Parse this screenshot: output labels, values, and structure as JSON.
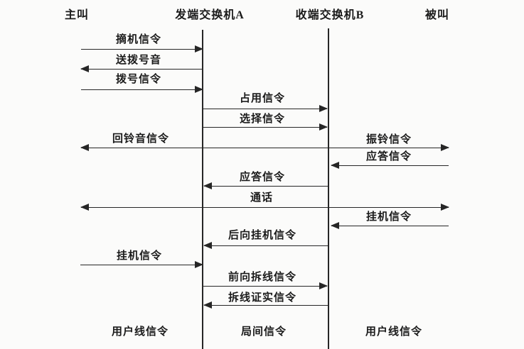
{
  "diagram": {
    "colors": {
      "line": "#262626",
      "text": "#1b1b1b",
      "background": "#fbfbfa"
    },
    "actors": [
      {
        "label": "主叫"
      },
      {
        "label": "发端交换机A"
      },
      {
        "label": "收端交换机B"
      },
      {
        "label": "被叫"
      }
    ],
    "messages": [
      {
        "label": "摘机信令",
        "heads": "right",
        "left_end": "主叫",
        "right_end": "发端交换机A"
      },
      {
        "label": "送拨号音",
        "heads": "left",
        "left_end": "主叫",
        "right_end": "发端交换机A"
      },
      {
        "label": "拨号信令",
        "heads": "right",
        "left_end": "主叫",
        "right_end": "发端交换机A"
      },
      {
        "label": "占用信令",
        "heads": "right",
        "left_end": "发端交换机A",
        "right_end": "收端交换机B"
      },
      {
        "label": "选择信令",
        "heads": "right",
        "left_end": "发端交换机A",
        "right_end": "收端交换机B"
      },
      {
        "label_left": "回铃音信令",
        "label_right": "振铃信令",
        "heads": "both",
        "left_end": "主叫",
        "right_end": "被叫"
      },
      {
        "label": "应答信令",
        "heads": "left",
        "left_end": "收端交换机B",
        "right_end": "被叫"
      },
      {
        "label": "应答信令",
        "heads": "left",
        "left_end": "发端交换机A",
        "right_end": "收端交换机B"
      },
      {
        "label": "通话",
        "heads": "both",
        "left_end": "主叫",
        "right_end": "被叫"
      },
      {
        "label": "挂机信令",
        "heads": "left",
        "left_end": "收端交换机B",
        "right_end": "被叫"
      },
      {
        "label": "后向挂机信令",
        "heads": "left",
        "left_end": "发端交换机A",
        "right_end": "收端交换机B"
      },
      {
        "label": "挂机信令",
        "heads": "right",
        "left_end": "主叫",
        "right_end": "发端交换机A"
      },
      {
        "label": "前向拆线信令",
        "heads": "right",
        "left_end": "发端交换机A",
        "right_end": "收端交换机B"
      },
      {
        "label": "拆线证实信令",
        "heads": "left",
        "left_end": "发端交换机A",
        "right_end": "收端交换机B"
      }
    ],
    "footers": [
      {
        "label": "用户线信令"
      },
      {
        "label": "局间信令"
      },
      {
        "label": "用户线信令"
      }
    ]
  }
}
